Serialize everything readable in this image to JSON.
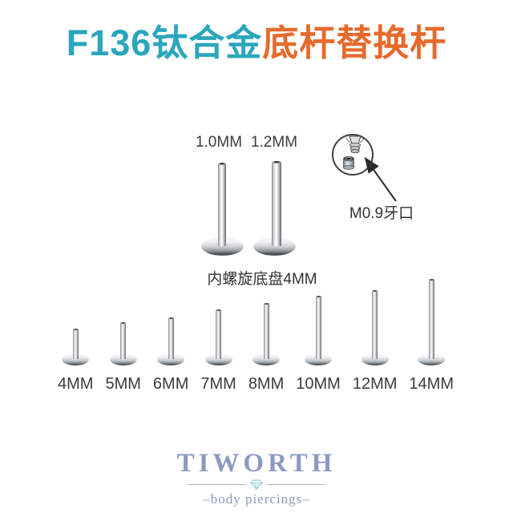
{
  "title": {
    "material": "F136钛合金",
    "product": "底杆替换杆"
  },
  "hero": {
    "posts": [
      {
        "diameter_label": "1.0MM"
      },
      {
        "diameter_label": "1.2MM"
      }
    ],
    "caption": "内螺旋底盘4MM"
  },
  "magnifier": {
    "label": "M0.9牙口",
    "icon": "thread-detail-icon"
  },
  "size_row": {
    "items": [
      {
        "label": "4MM"
      },
      {
        "label": "5MM"
      },
      {
        "label": "6MM"
      },
      {
        "label": "7MM"
      },
      {
        "label": "8MM"
      },
      {
        "label": "10MM"
      },
      {
        "label": "12MM"
      },
      {
        "label": "14MM"
      }
    ]
  },
  "logo": {
    "brand": "TIWORTH",
    "tagline": "–body piercings–",
    "icon": "diamond-icon"
  },
  "colors": {
    "title_teal": "#2aa6bd",
    "title_orange": "#e66a2b",
    "text_dark": "#3b3b3b",
    "logo_blue": "#8b9ac0",
    "diamond_teal": "#8fd2d6"
  }
}
